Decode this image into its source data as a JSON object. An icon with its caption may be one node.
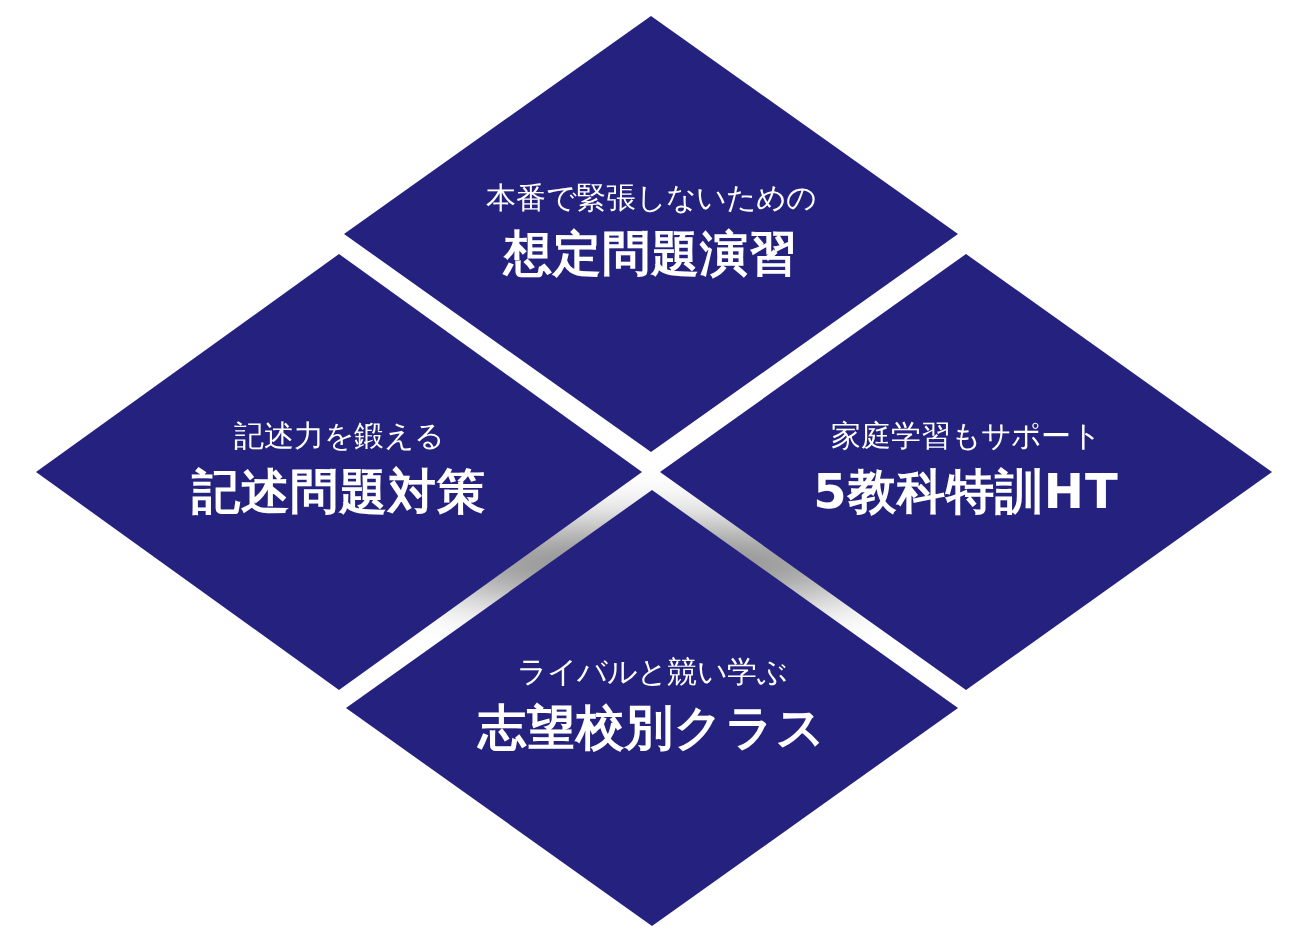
{
  "diagram": {
    "nodes": [
      {
        "text": [
          "本番で緊張しないための",
          "想定問題演習"
        ]
      },
      {
        "text": [
          "記述力を鍛える",
          "記述問題対策"
        ]
      },
      {
        "text": [
          "家庭学習もサポート",
          "5教科特訓HT"
        ]
      },
      {
        "text": [
          "ライバルと競い学ぶ",
          "志望校別クラス"
        ]
      }
    ]
  }
}
